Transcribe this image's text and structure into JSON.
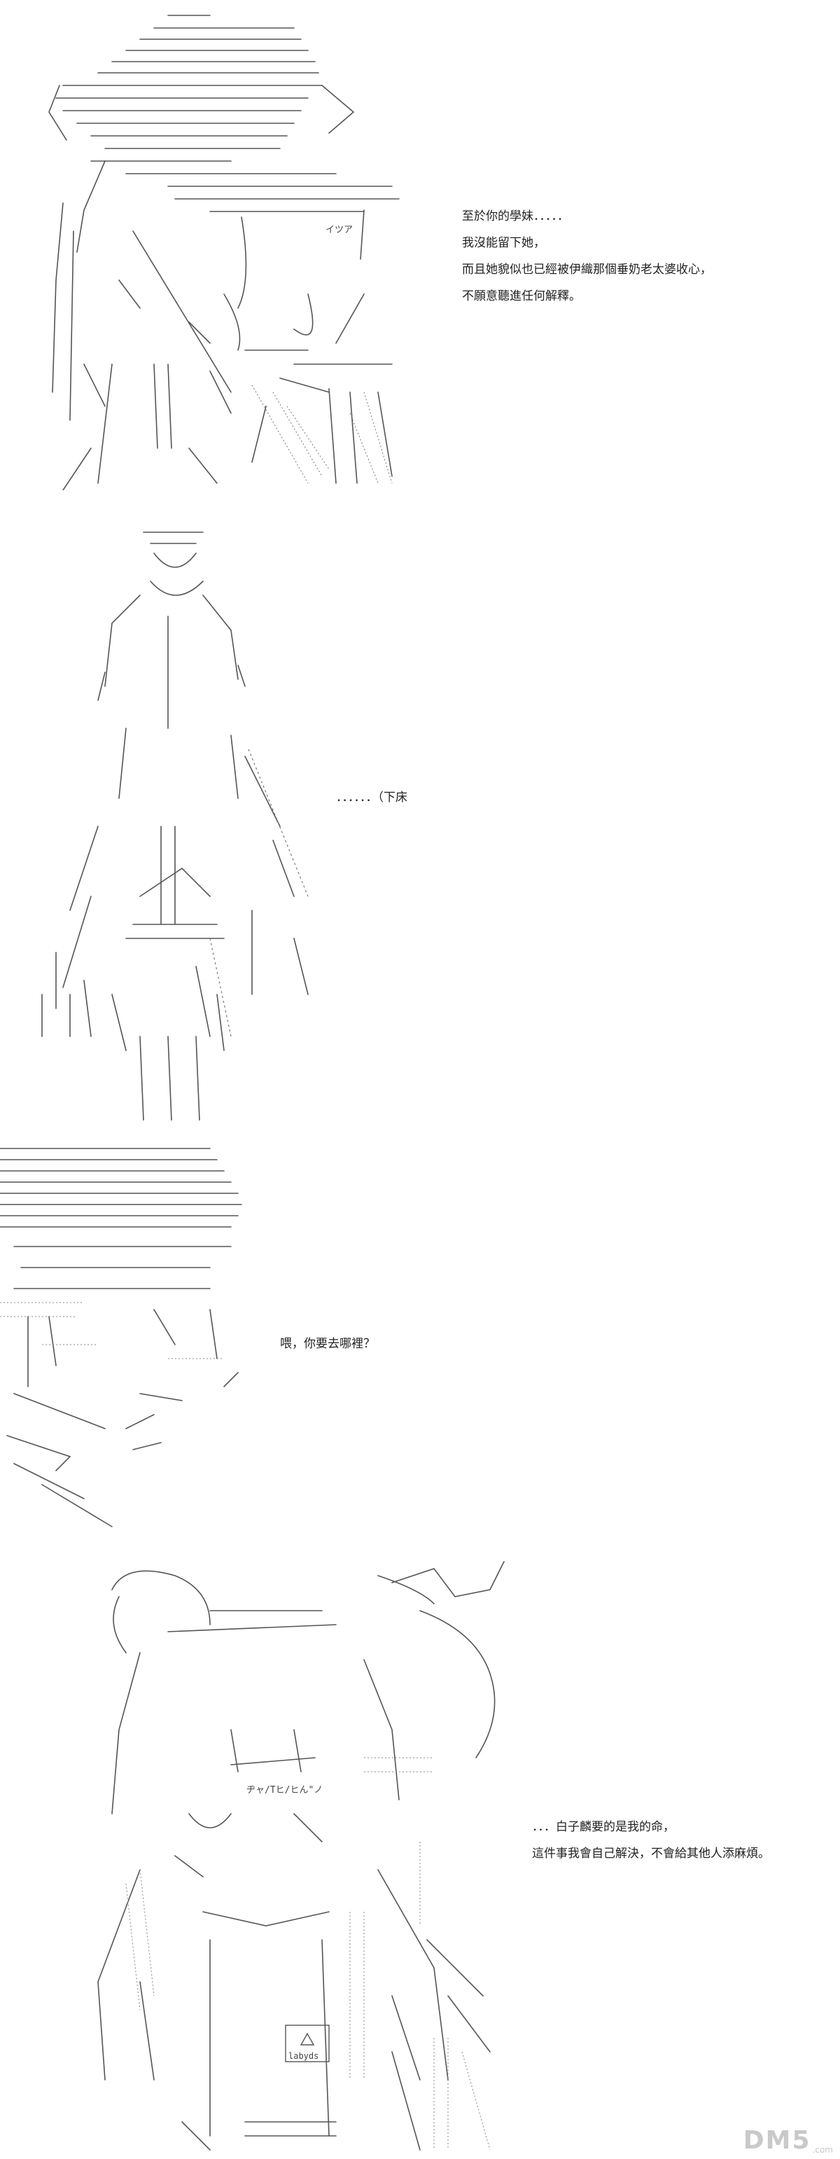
{
  "panels": [
    {
      "id": "panel-1",
      "dialogue": [
        "至於你的學妹．．．．．",
        "我沒能留下她，",
        "而且她貌似也已經被伊織那個垂奶老太婆收心，",
        "不願意聽進任何解釋。"
      ],
      "sfx": "イツア"
    },
    {
      "id": "panel-2",
      "dialogue": [
        "．．．．．．（下床"
      ]
    },
    {
      "id": "panel-3",
      "dialogue": [
        "喂，你要去哪裡？"
      ]
    },
    {
      "id": "panel-4",
      "dialogue": [
        "．．．白子麟要的是我的命，",
        "這件事我會自己解決，不會給其他人添麻煩。"
      ],
      "badge": "labyds",
      "sfx": "ヂャ/Tヒ/ヒん\"ノ"
    }
  ],
  "watermark": {
    "logo": "DM5",
    "suffix": ".com"
  }
}
